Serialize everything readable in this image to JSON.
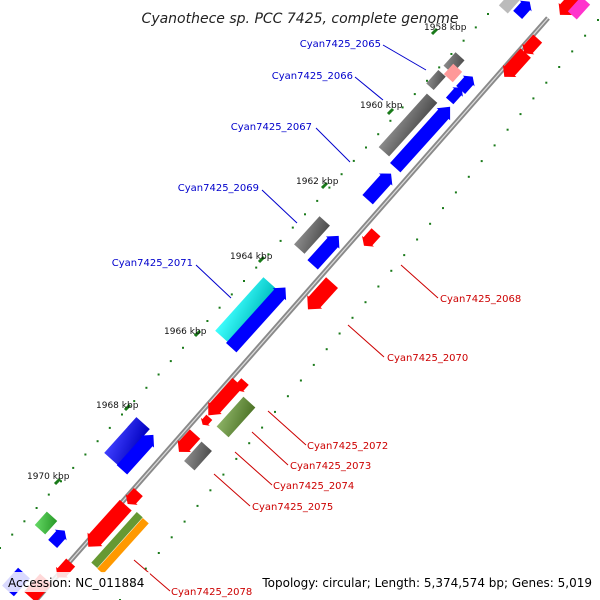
{
  "title": "Cyanothece sp. PCC 7425, complete genome",
  "footer": {
    "accession": "Accession: NC_011884",
    "summary": "Topology: circular; Length: 5,374,574 bp; Genes: 5,019"
  },
  "ticks": [
    "1958 kbp",
    "1960 kbp",
    "1962 kbp",
    "1964 kbp",
    "1966 kbp",
    "1968 kbp",
    "1970 kbp"
  ],
  "colors": {
    "backbone": "#8a8a8a",
    "forward_label": "#0000cc",
    "reverse_label": "#cc0000",
    "tick": "#1a7a1a",
    "blue": "#0000ff",
    "red": "#ff0000",
    "gray": "#666666",
    "cyan": "#00ffff",
    "olive": "#669933",
    "green": "#33cc33",
    "orange": "#ff9900",
    "pink": "#ff9999",
    "magenta": "#ff33cc"
  },
  "labels": {
    "forward": [
      "Cyan7425_2065",
      "Cyan7425_2066",
      "Cyan7425_2067",
      "Cyan7425_2069",
      "Cyan7425_2071"
    ],
    "reverse": [
      "Cyan7425_2068",
      "Cyan7425_2070",
      "Cyan7425_2072",
      "Cyan7425_2073",
      "Cyan7425_2074",
      "Cyan7425_2075",
      "Cyan7425_2078"
    ]
  }
}
